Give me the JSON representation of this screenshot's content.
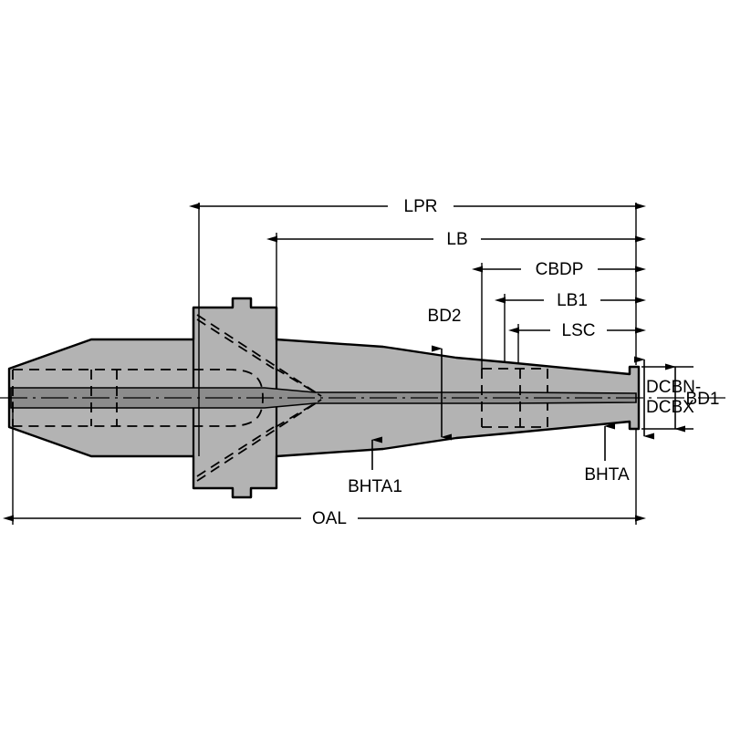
{
  "diagram": {
    "title": "Tool holder technical drawing with dimension callouts",
    "background": "#ffffff",
    "body_fill": "#b3b3b3",
    "bore_fill": "#8c8c8c",
    "line_color": "#000000",
    "labels": {
      "lpr": "LPR",
      "lb": "LB",
      "cbdp": "CBDP",
      "lb1": "LB1",
      "lsc": "LSC",
      "bd2": "BD2",
      "bd1": "BD1",
      "dcbn": "DCBN-",
      "dcbx": "DCBX",
      "bhta1": "BHTA1",
      "bhta": "BHTA",
      "oal": "OAL"
    }
  }
}
